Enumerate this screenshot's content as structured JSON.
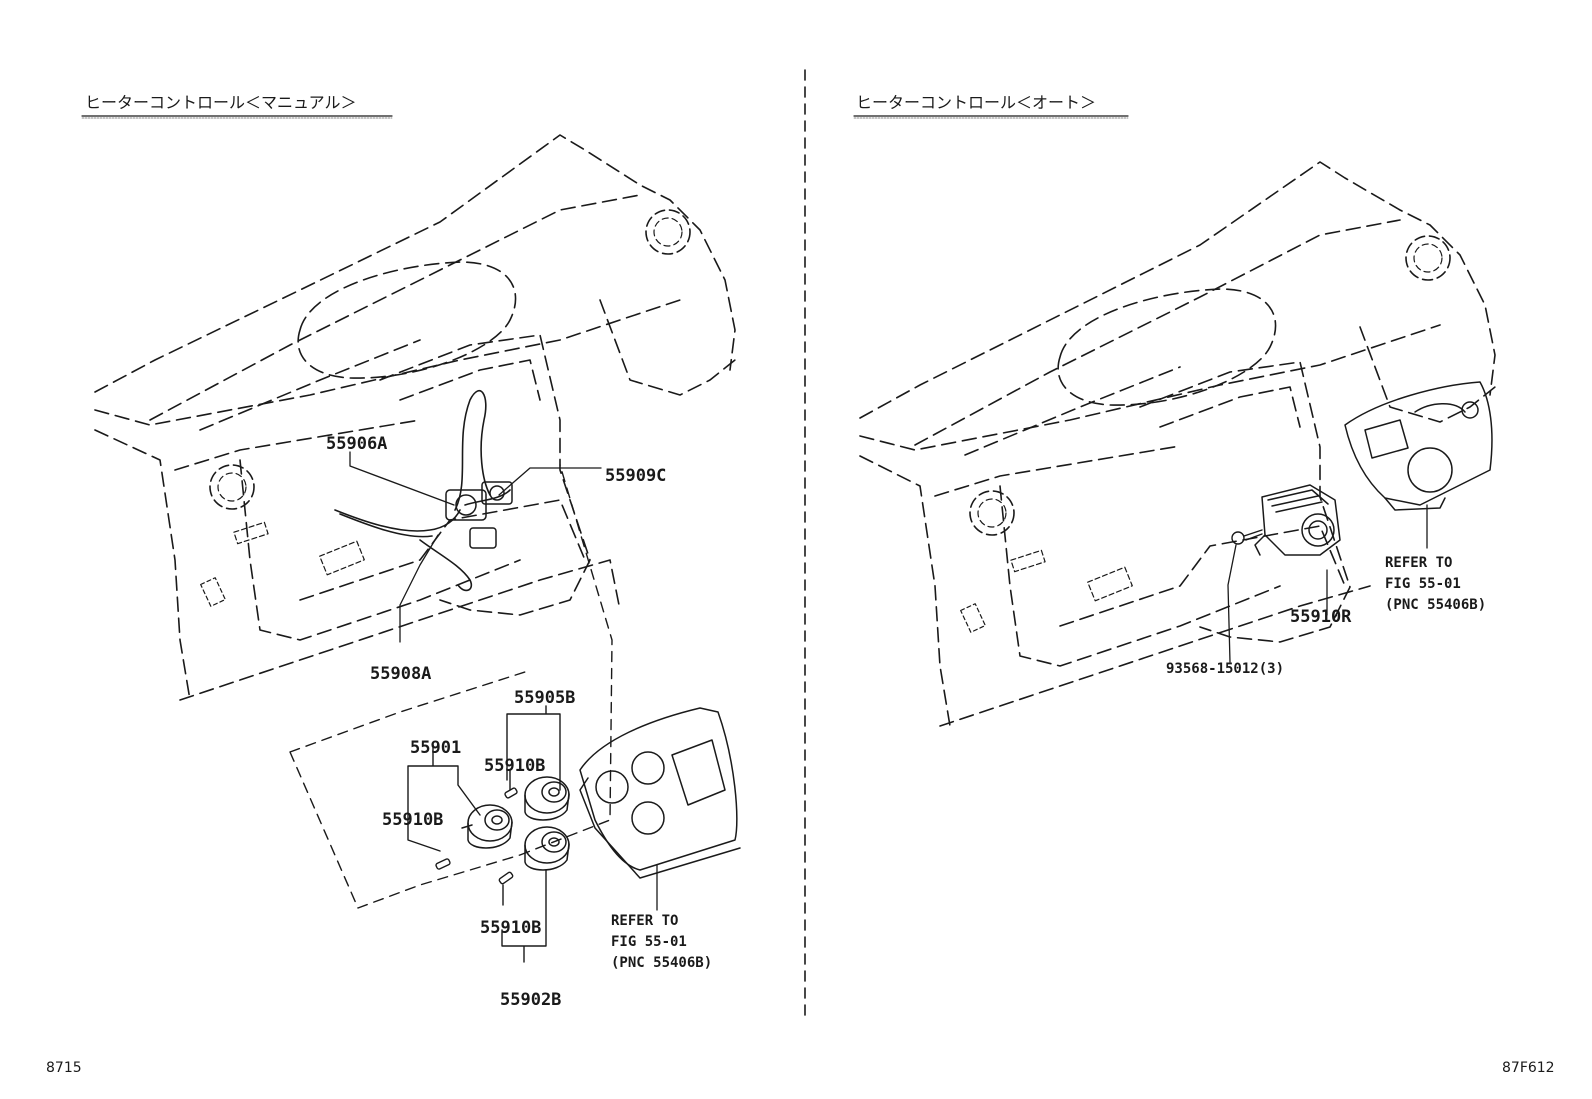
{
  "colors": {
    "ink": "#1a1a1a",
    "paper": "#ffffff"
  },
  "sections": {
    "manual": {
      "title": "ヒーターコントロール＜マニュアル＞"
    },
    "auto": {
      "title": "ヒーターコントロール＜オート＞"
    }
  },
  "callouts": {
    "p55906A": "55906A",
    "p55909C": "55909C",
    "p55908A": "55908A",
    "p55905B": "55905B",
    "p55901": "55901",
    "p55910B_1": "55910B",
    "p55910B_2": "55910B",
    "p55910B_3": "55910B",
    "p55902B": "55902B",
    "p55910R": "55910R",
    "p93568": "93568-15012(3)"
  },
  "notes": {
    "manual_refer": "REFER TO\nFIG 55-01\n(PNC 55406B)",
    "auto_refer": "REFER TO\nFIG 55-01\n(PNC 55406B)"
  },
  "footer": {
    "left": "8715",
    "right": "87F612"
  }
}
